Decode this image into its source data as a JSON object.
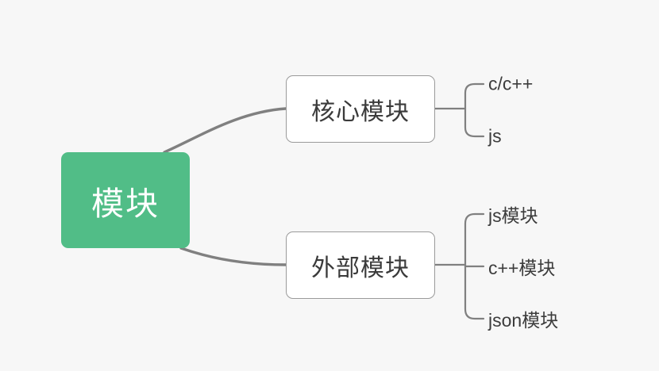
{
  "diagram": {
    "type": "mindmap",
    "background_color": "#f7f7f7",
    "root": {
      "label": "模块",
      "fill_color": "#51bd87",
      "text_color": "#ffffff"
    },
    "branches": [
      {
        "label": "核心模块",
        "fill_color": "#ffffff",
        "border_color": "#9a9a9a",
        "children": [
          {
            "label": "c/c++"
          },
          {
            "label": "js"
          }
        ]
      },
      {
        "label": "外部模块",
        "fill_color": "#ffffff",
        "border_color": "#9a9a9a",
        "children": [
          {
            "label": "js模块"
          },
          {
            "label": "c++模块"
          },
          {
            "label": "json模块"
          }
        ]
      }
    ],
    "edge_color": "#808080"
  }
}
